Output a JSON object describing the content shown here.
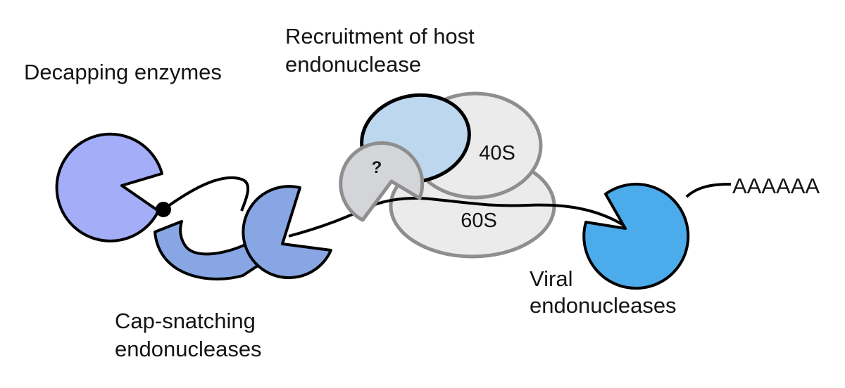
{
  "labels": {
    "decapping": "Decapping enzymes",
    "recruitment_line1": "Recruitment of host",
    "recruitment_line2": "endonuclease",
    "cap_snatching_line1": "Cap-snatching",
    "cap_snatching_line2": "endonucleases",
    "viral_line1": "Viral",
    "viral_line2": "endonucleases",
    "poly_a": "AAAAAA"
  },
  "ribosome": {
    "small_subunit": "40S",
    "large_subunit": "60S"
  },
  "unknown_factor": "?",
  "colors": {
    "decapping_enzyme": "#a3adf8",
    "cap_snatching_endonuclease": "#88a6e3",
    "recruited_endonuclease_blue": "#bdd7ef",
    "unknown_endonuclease": "#d4d5d9",
    "ribosome_subunits": "#ebebec",
    "ribosome_outline": "#8e8e8e",
    "viral_endonuclease": "#4cabeb",
    "outline": "#000000"
  }
}
